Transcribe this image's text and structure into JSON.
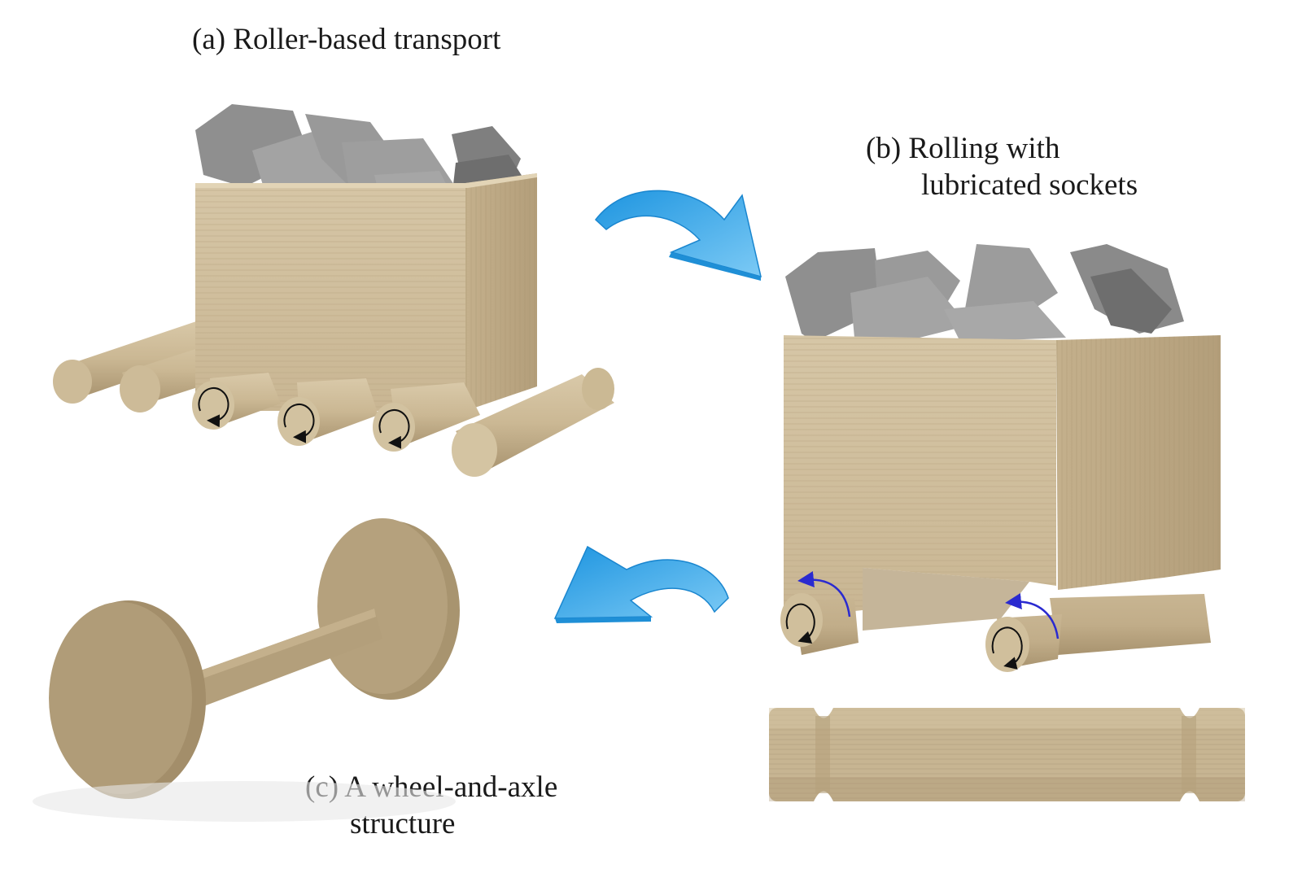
{
  "figure": {
    "panels": [
      {
        "id": "a",
        "label": "(a) Roller-based transport",
        "description": "Box of rocks resting on cylindrical log rollers"
      },
      {
        "id": "b",
        "label_line1": "(b) Rolling with",
        "label_line2": "lubricated sockets",
        "description": "Box with rollers held in sockets, plus a grooved roller shown separately"
      },
      {
        "id": "c",
        "label_line1": "(c) A wheel-and-axle",
        "label_line2": "structure",
        "description": "Two disc wheels joined by an axle"
      }
    ],
    "arrows": [
      {
        "from": "a",
        "to": "b",
        "direction": "clockwise-right"
      },
      {
        "from": "b",
        "to": "c",
        "direction": "counterclockwise-left"
      }
    ],
    "colors": {
      "wood_light": "#d2c1a0",
      "wood_mid": "#bfac88",
      "wood_dark": "#a8936f",
      "rock": "#9a9a9a",
      "rock_dark": "#6f6f6f",
      "arrow_blue": "#4fb3ee",
      "arrow_blue_dark": "#1f8fd6",
      "rotation_arrow_black": "#111111",
      "rotation_arrow_blue": "#2a2ad0"
    }
  }
}
